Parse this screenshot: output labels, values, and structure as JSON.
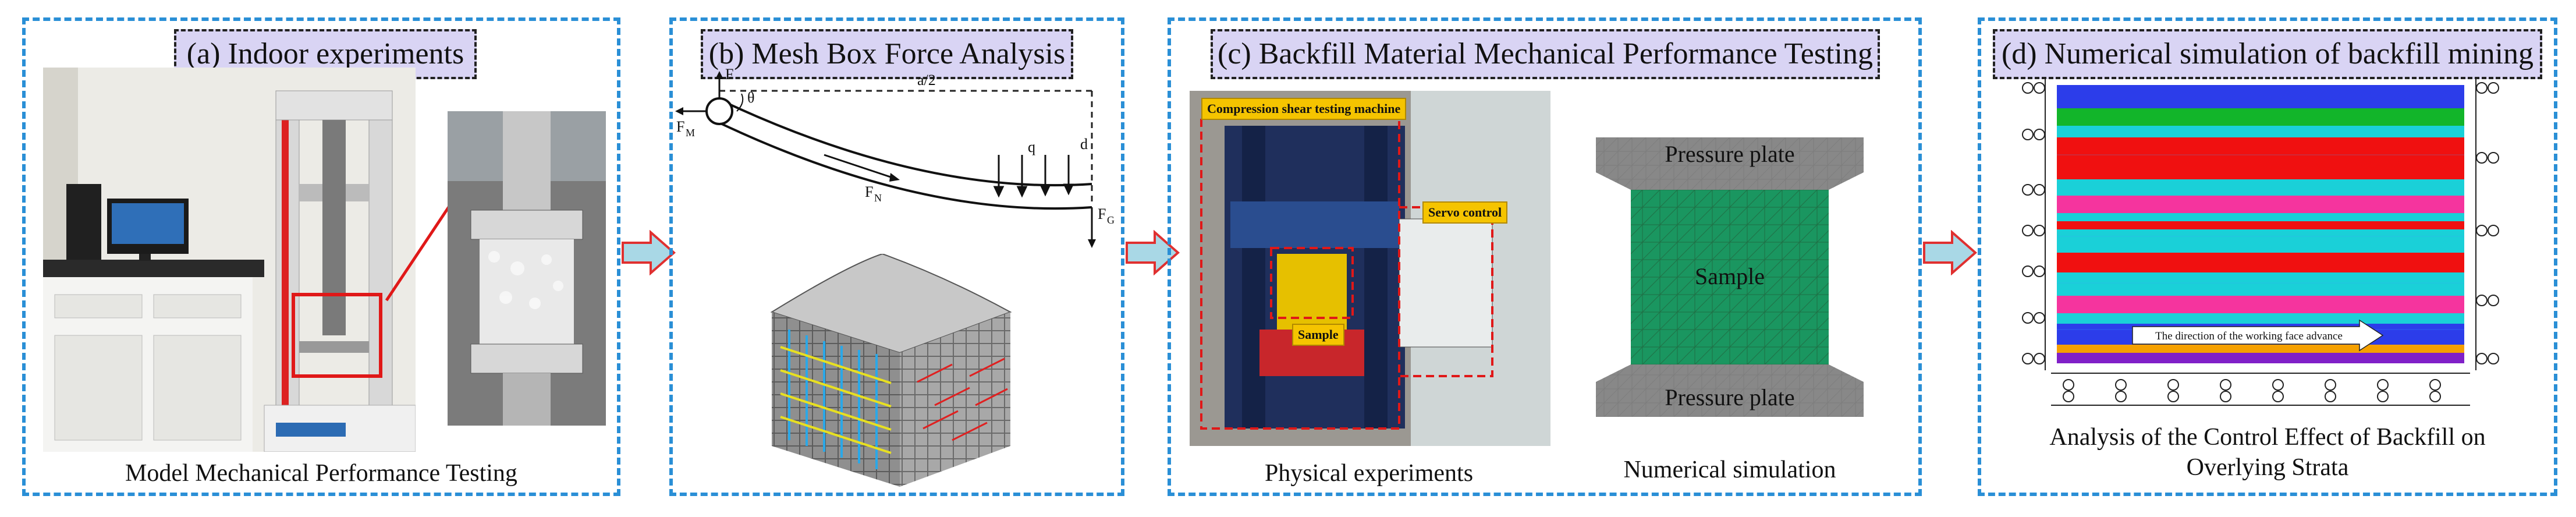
{
  "panels": [
    {
      "title": "(a) Indoor experiments",
      "caption": "Model Mechanical Performance Testing"
    },
    {
      "title": "(b) Mesh Box Force Analysis",
      "labels": {
        "F": "F",
        "a2": "a/2",
        "theta": "θ",
        "FM": "F",
        "FM_sub": "M",
        "FN": "F",
        "FN_sub": "N",
        "q": "q",
        "d": "d",
        "FG": "F",
        "FG_sub": "G"
      }
    },
    {
      "title": "(c) Backfill Material Mechanical Performance Testing",
      "labels": {
        "machine": "Compression shear testing machine",
        "servo": "Servo control",
        "sample_photo": "Sample",
        "top_plate": "Pressure plate",
        "sample_sim": "Sample",
        "bottom_plate": "Pressure plate"
      },
      "caption_left": "Physical experiments",
      "caption_right": "Numerical simulation"
    },
    {
      "title": "(d) Numerical simulation of backfill mining",
      "advance_label": "The direction of the working face advance",
      "caption_line1": "Analysis of the Control Effect of Backfill on",
      "caption_line2": "Overlying Strata"
    }
  ],
  "colors": {
    "panel_border": "#2a8fd6",
    "title_bg": "#d9d4f4",
    "flow_arrow_fill": "#a9d8e6",
    "flow_arrow_stroke": "#e03030"
  }
}
